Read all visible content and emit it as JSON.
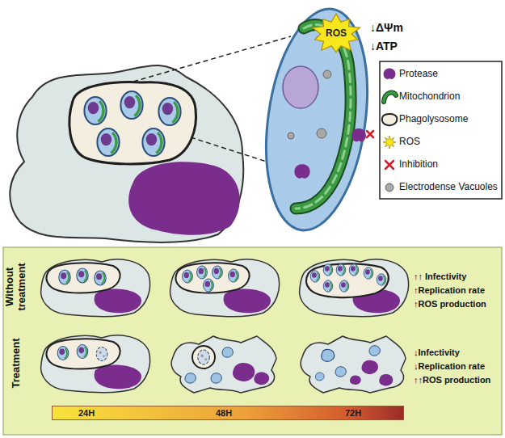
{
  "diagram": {
    "nodes": [
      {
        "text": [
          "ROS"
        ]
      },
      {
        "text": [
          "Without treatment",
          "↑↑ Infectivity",
          "↑Replication rate",
          "↑ROS production",
          "Treatment",
          "↓Infectivity",
          "↓Replication rate",
          "↑↑ROS production"
        ]
      },
      {
        "text": [
          "24H",
          "48H",
          "72H"
        ],
        "in": 1
      }
    ],
    "labels": [
      "↓ΔΨm",
      "↓ATP"
    ],
    "legend": [
      {
        "text": "Protease"
      },
      {
        "text": "Mitochondrion"
      },
      {
        "text": "Phagolysosome"
      },
      {
        "text": "ROS"
      },
      {
        "text": "Inhibition"
      },
      {
        "text": "Electrodense Vacuoles"
      }
    ]
  }
}
